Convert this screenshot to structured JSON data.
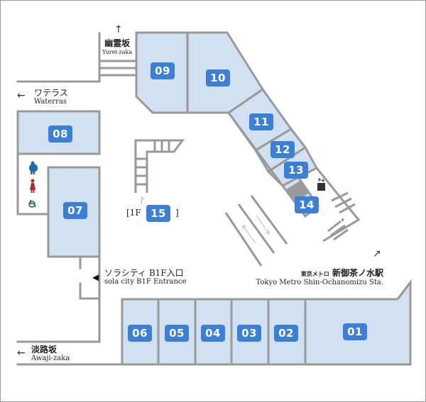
{
  "map": {
    "colors": {
      "shop_fill": "#d2e1f1",
      "wall": "#999999",
      "badge": "#3b7fd9",
      "dark_block": "#9a9a9a",
      "male_icon": "#1f6fa5",
      "female_icon": "#b52b22",
      "accessible_icon": "#2e7d4f"
    },
    "shops": [
      {
        "id": "01",
        "label": "01"
      },
      {
        "id": "02",
        "label": "02"
      },
      {
        "id": "03",
        "label": "03"
      },
      {
        "id": "04",
        "label": "04"
      },
      {
        "id": "05",
        "label": "05"
      },
      {
        "id": "06",
        "label": "06"
      },
      {
        "id": "07",
        "label": "07"
      },
      {
        "id": "08",
        "label": "08"
      },
      {
        "id": "09",
        "label": "09"
      },
      {
        "id": "10",
        "label": "10"
      },
      {
        "id": "11",
        "label": "11"
      },
      {
        "id": "12",
        "label": "12"
      },
      {
        "id": "13",
        "label": "13"
      },
      {
        "id": "14",
        "label": "14"
      },
      {
        "id": "15",
        "label": "15"
      }
    ],
    "floor_note": {
      "prefix": "[1F",
      "suffix": "]"
    },
    "exits": {
      "yurei_zaka": {
        "jp": "幽霊坂",
        "en": "Yurei-zaka",
        "arrow": "↑"
      },
      "waterras": {
        "jp": "ワテラス",
        "en": "Waterras",
        "arrow": "←"
      },
      "awaji_zaka": {
        "jp": "淡路坂",
        "en": "Awaji-zaka",
        "arrow": "←"
      },
      "solacity": {
        "jp": "ソラシティ B1F入口",
        "en": "sola city B1F Entrance",
        "arrow": "◀"
      },
      "metro": {
        "jp_small": "東京メトロ",
        "jp": "新御茶ノ水駅",
        "en": "Tokyo Metro  Shin-Ochanomizu Sta.",
        "arrow": "↗"
      }
    },
    "icons": {
      "male": "male-restroom-icon",
      "female": "female-restroom-icon",
      "accessible": "accessible-restroom-icon",
      "elevator": "elevator-icon"
    }
  }
}
